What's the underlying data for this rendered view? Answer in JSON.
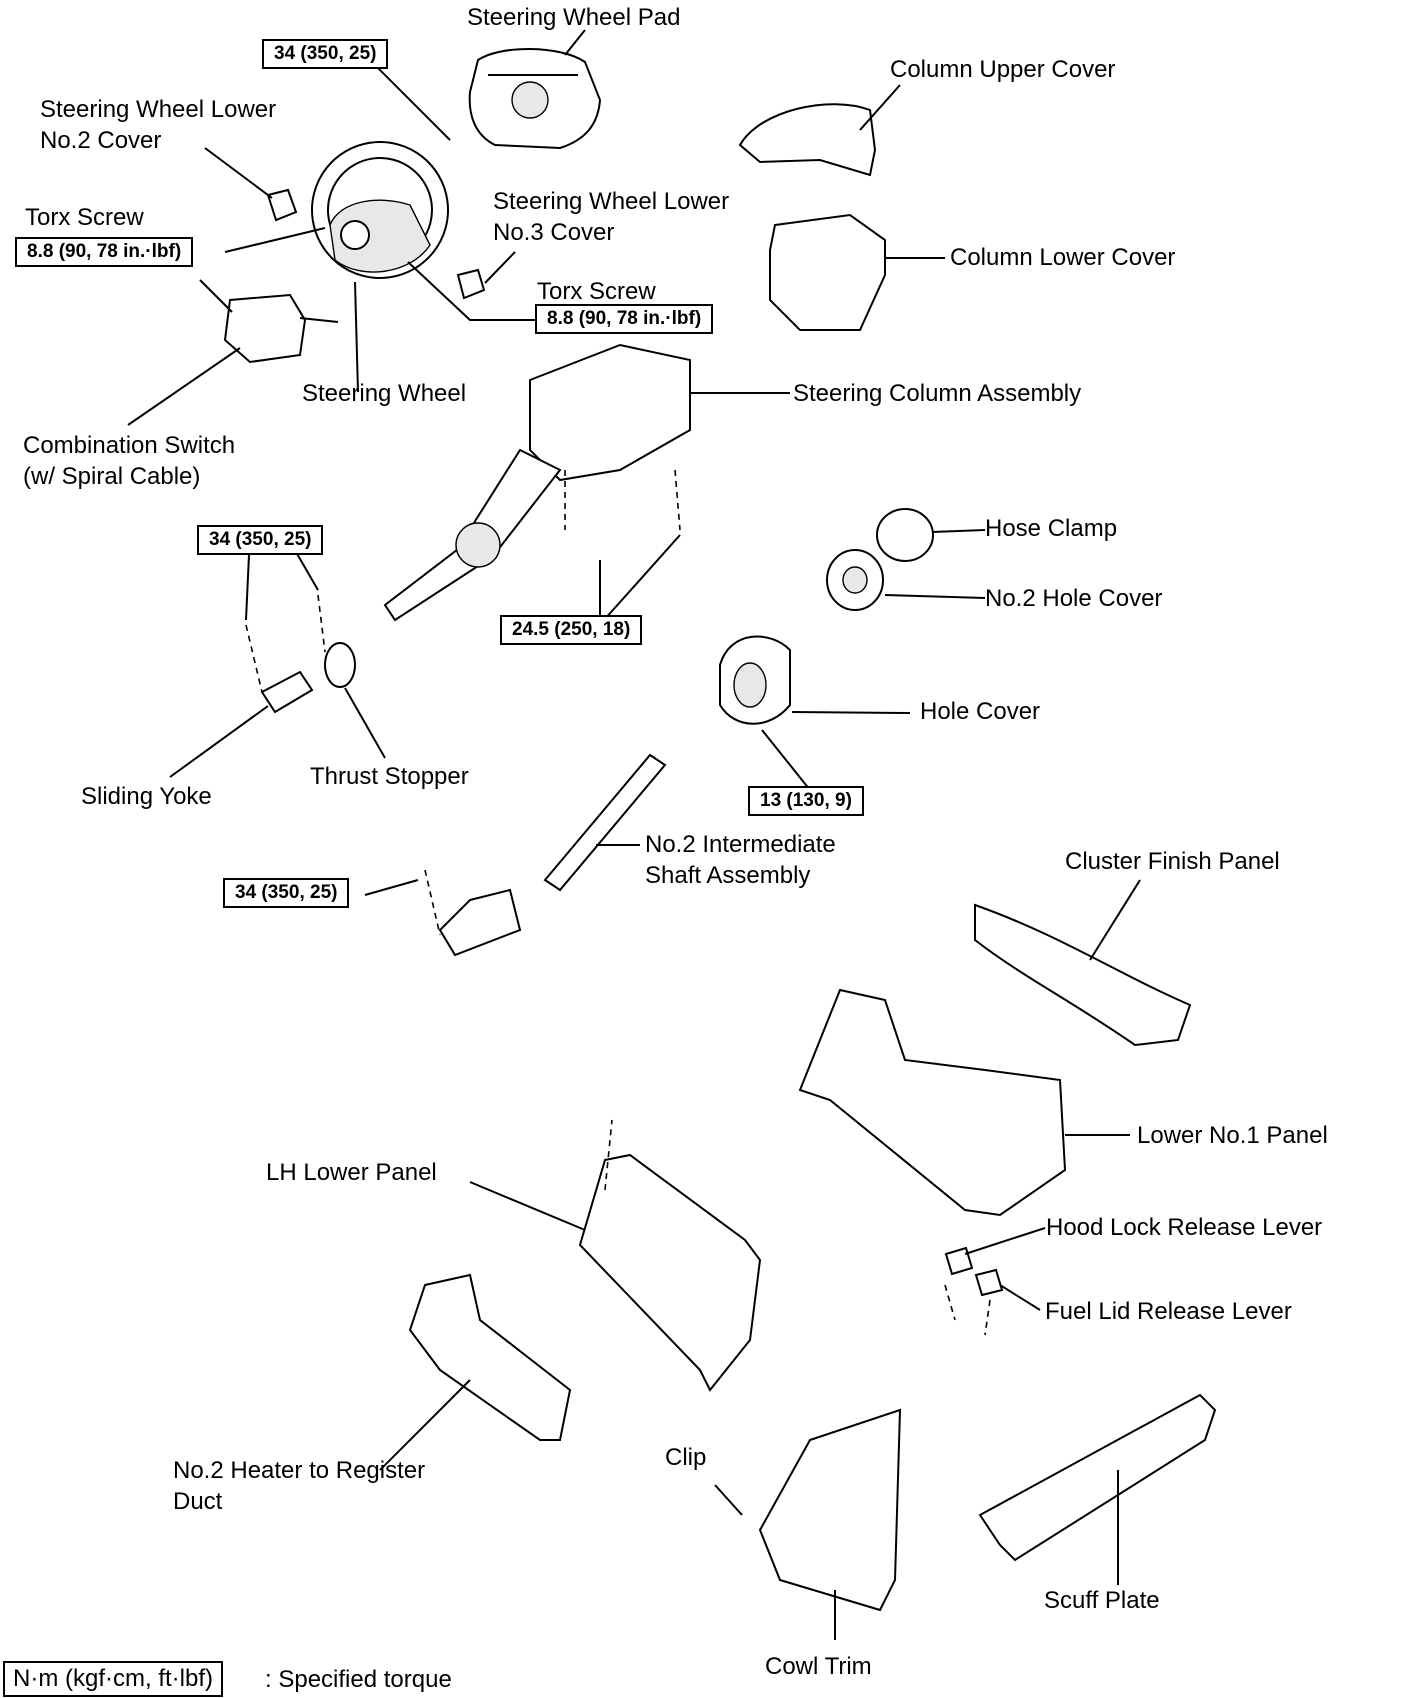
{
  "labels": {
    "steering_wheel_pad": "Steering Wheel Pad",
    "column_upper_cover": "Column Upper Cover",
    "sw_lower_no2_cover_l1": "Steering Wheel Lower",
    "sw_lower_no2_cover_l2": "No.2 Cover",
    "torx_screw_left": "Torx Screw",
    "sw_lower_no3_cover_l1": "Steering Wheel Lower",
    "sw_lower_no3_cover_l2": "No.3 Cover",
    "column_lower_cover": "Column Lower Cover",
    "torx_screw_center": "Torx Screw",
    "steering_wheel": "Steering Wheel",
    "steering_column_assembly": "Steering Column Assembly",
    "combination_switch_l1": "Combination Switch",
    "combination_switch_l2": "(w/ Spiral Cable)",
    "hose_clamp": "Hose Clamp",
    "no2_hole_cover": "No.2 Hole Cover",
    "hole_cover": "Hole Cover",
    "thrust_stopper": "Thrust Stopper",
    "sliding_yoke": "Sliding Yoke",
    "no2_intermediate_l1": "No.2 Intermediate",
    "no2_intermediate_l2": "Shaft Assembly",
    "cluster_finish_panel": "Cluster Finish Panel",
    "lower_no1_panel": "Lower No.1 Panel",
    "lh_lower_panel": "LH Lower Panel",
    "hood_lock_release_lever": "Hood Lock Release Lever",
    "fuel_lid_release_lever": "Fuel Lid Release Lever",
    "no2_heater_duct_l1": "No.2 Heater to Register",
    "no2_heater_duct_l2": "Duct",
    "clip": "Clip",
    "scuff_plate": "Scuff Plate",
    "cowl_trim": "Cowl Trim"
  },
  "torques": {
    "wheel_nut": "34 (350, 25)",
    "torx_left": "8.8 (90, 78 in.·lbf)",
    "torx_center": "8.8 (90, 78 in.·lbf)",
    "yoke_bolts": "34 (350, 25)",
    "column_nuts": "24.5 (250, 18)",
    "hole_cover_bolts": "13 (130, 9)",
    "intermediate_bolt": "34 (350, 25)"
  },
  "legend": {
    "unit": "N·m (kgf·cm, ft·lbf)",
    "text": ": Specified torque"
  }
}
